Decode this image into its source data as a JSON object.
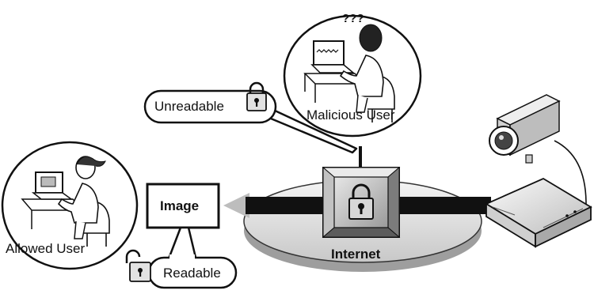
{
  "labels": {
    "malicious_user": "Malicious User",
    "question_marks": "???",
    "unreadable": "Unreadable",
    "allowed_user": "Allowed User",
    "image": "Image",
    "readable": "Readable",
    "internet": "Internet"
  },
  "icons": {
    "closed_lock": "padlock-closed-icon",
    "open_lock": "padlock-open-icon",
    "camera": "security-camera-icon",
    "server": "network-video-server-icon"
  }
}
